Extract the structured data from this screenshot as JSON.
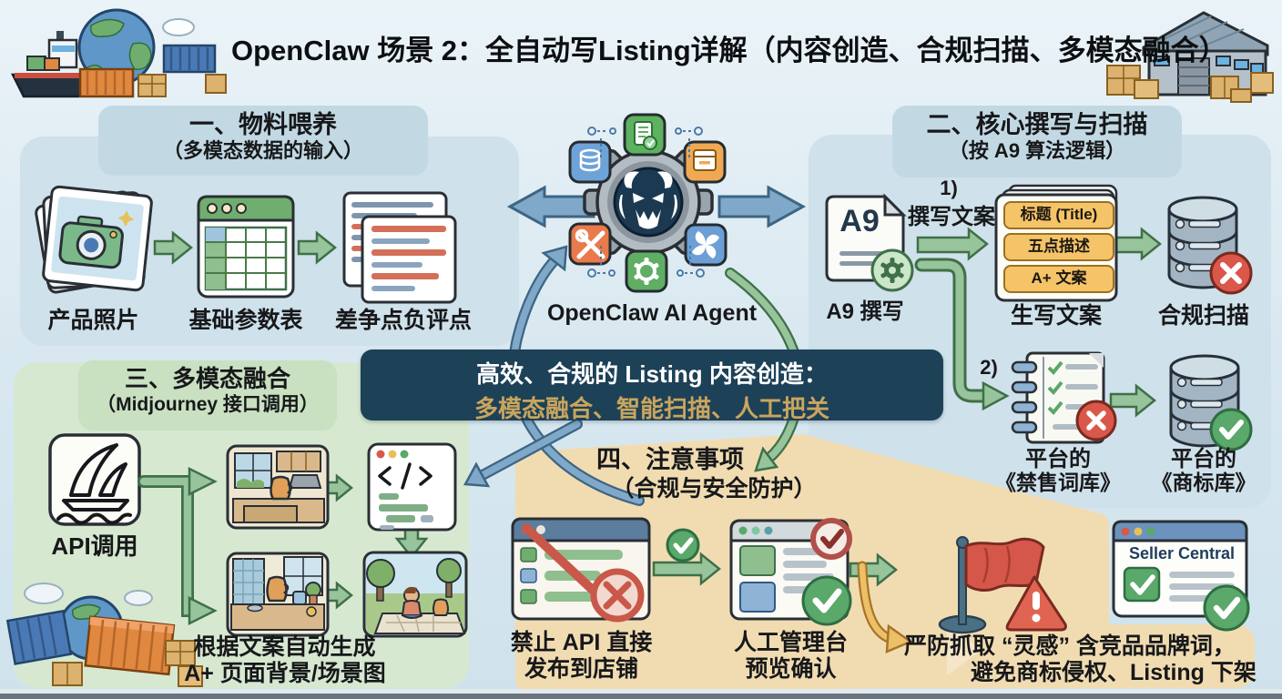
{
  "title": "OpenClaw 场景 2：全自动写Listing详解（内容创造、合规扫描、多模态融合）",
  "center": {
    "agent_label": "OpenClaw AI Agent"
  },
  "banner": {
    "line1": "高效、合规的 Listing 内容创造：",
    "line2": "多模态融合、智能扫描、人工把关"
  },
  "sections": {
    "materials": {
      "title": "一、物料喂养",
      "subtitle": "（多模态数据的输入）",
      "items": [
        {
          "label": "产品照片"
        },
        {
          "label": "基础参数表"
        },
        {
          "label": "差争点负评点"
        }
      ]
    },
    "writing": {
      "title": "二、核心撰写与扫描",
      "subtitle": "（按 A9 算法逻辑）",
      "a9_doc_text": "A9",
      "a9_label": "A9 撰写",
      "step1_num": "1)",
      "step1_label": "撰写文案",
      "cards": [
        "标题 (Title)",
        "五点描述",
        "A+ 文案"
      ],
      "cards_label": "生写文案",
      "scan_label": "合规扫描",
      "step2_num": "2)",
      "banned_line1": "平台的",
      "banned_line2": "《禁售词库》",
      "trademark_line1": "平台的",
      "trademark_line2": "《商标库》"
    },
    "fusion": {
      "title": "三、多模态融合",
      "subtitle": "（Midjourney 接口调用）",
      "api_label": "API调用",
      "caption_line1": "根据文案自动生成",
      "caption_line2": "A+ 页面背景/场景图"
    },
    "caution": {
      "title": "四、注意事项",
      "subtitle": "（合规与安全防护）",
      "item1_line1": "禁止 API 直接",
      "item1_line2": "发布到店铺",
      "item2_line1": "人工管理台",
      "item2_line2": "预览确认",
      "warning_line1": "严防抓取 “灵感” 含竞品品牌词，",
      "warning_line2": "避免商标侵权、Listing 下架",
      "seller_central_label": "Seller Central"
    }
  },
  "icons": {
    "center": "gear-claw-agent",
    "agent_tiles": [
      "database-icon",
      "doc-check-icon",
      "package-icon",
      "tools-icon",
      "pinwheel-icon",
      "gear-icon"
    ],
    "materials": [
      "product-photos-icon",
      "parameter-table-icon",
      "reviews-docs-icon"
    ],
    "writing": [
      "a9-doc-icon",
      "listing-cards-icon",
      "database-x-icon",
      "banned-words-notebook-icon",
      "database-check-icon"
    ],
    "fusion": [
      "midjourney-sailboat-icon",
      "kitchen-scene-1",
      "code-editor-icon",
      "kitchen-scene-2",
      "picnic-scene"
    ],
    "caution": [
      "browser-blocked-icon",
      "browser-approved-icon",
      "red-flag-icon",
      "warning-triangle-icon",
      "seller-central-window"
    ]
  },
  "palette": {
    "background": "#d7e7ef",
    "panel_blue": "#cfe1ea",
    "panel_green": "#d7e8d1",
    "panel_tan": "#f1dcb2",
    "banner_navy": "#1d4157",
    "banner_gold": "#c9a55e",
    "arrow_green": "#97c49b",
    "arrow_blue": "#7fa8c9",
    "arrow_orange": "#ecc069",
    "alert_red": "#d9584a",
    "check_green": "#5aa86a",
    "card_orange": "#f5c468"
  }
}
